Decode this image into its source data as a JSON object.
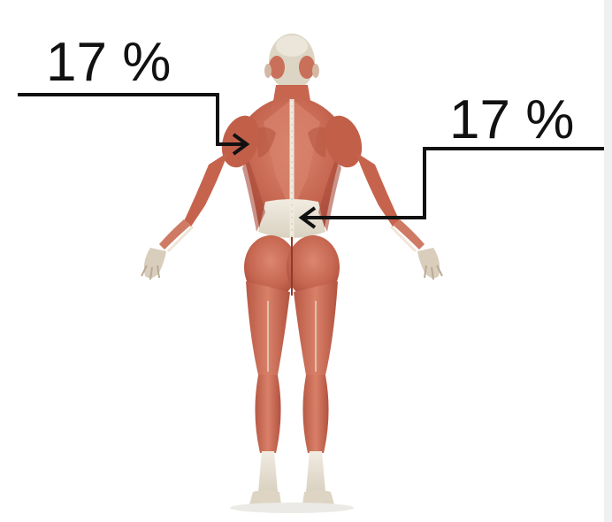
{
  "labels": {
    "upper_back": "17 %",
    "lower_back": "17 %"
  },
  "colors": {
    "background": "#ffffff",
    "line": "#111111",
    "muscle": "#c96a55",
    "muscle_dark": "#a64c3b",
    "tendon": "#e9e2d4",
    "bone": "#e6dfd0",
    "right_strip": "#eef0f2"
  },
  "figure": {
    "subject": "human-muscular-anatomy-back-view"
  }
}
